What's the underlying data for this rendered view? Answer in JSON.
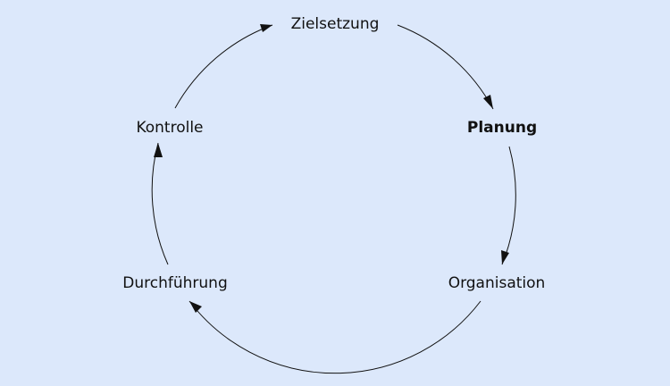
{
  "diagram": {
    "background": "#dce8fb",
    "line_color": "#111111",
    "highlighted_step": "Planung",
    "steps": [
      {
        "label": "Zielsetzung",
        "bold": false
      },
      {
        "label": "Planung",
        "bold": true
      },
      {
        "label": "Organisation",
        "bold": false
      },
      {
        "label": "Durchführung",
        "bold": false
      },
      {
        "label": "Kontrolle",
        "bold": false
      }
    ],
    "arrows": [
      {
        "from": "Zielsetzung",
        "to": "Planung"
      },
      {
        "from": "Planung",
        "to": "Organisation"
      },
      {
        "from": "Organisation",
        "to": "Durchführung"
      },
      {
        "from": "Durchführung",
        "to": "Kontrolle"
      },
      {
        "from": "Kontrolle",
        "to": "Zielsetzung"
      }
    ]
  }
}
